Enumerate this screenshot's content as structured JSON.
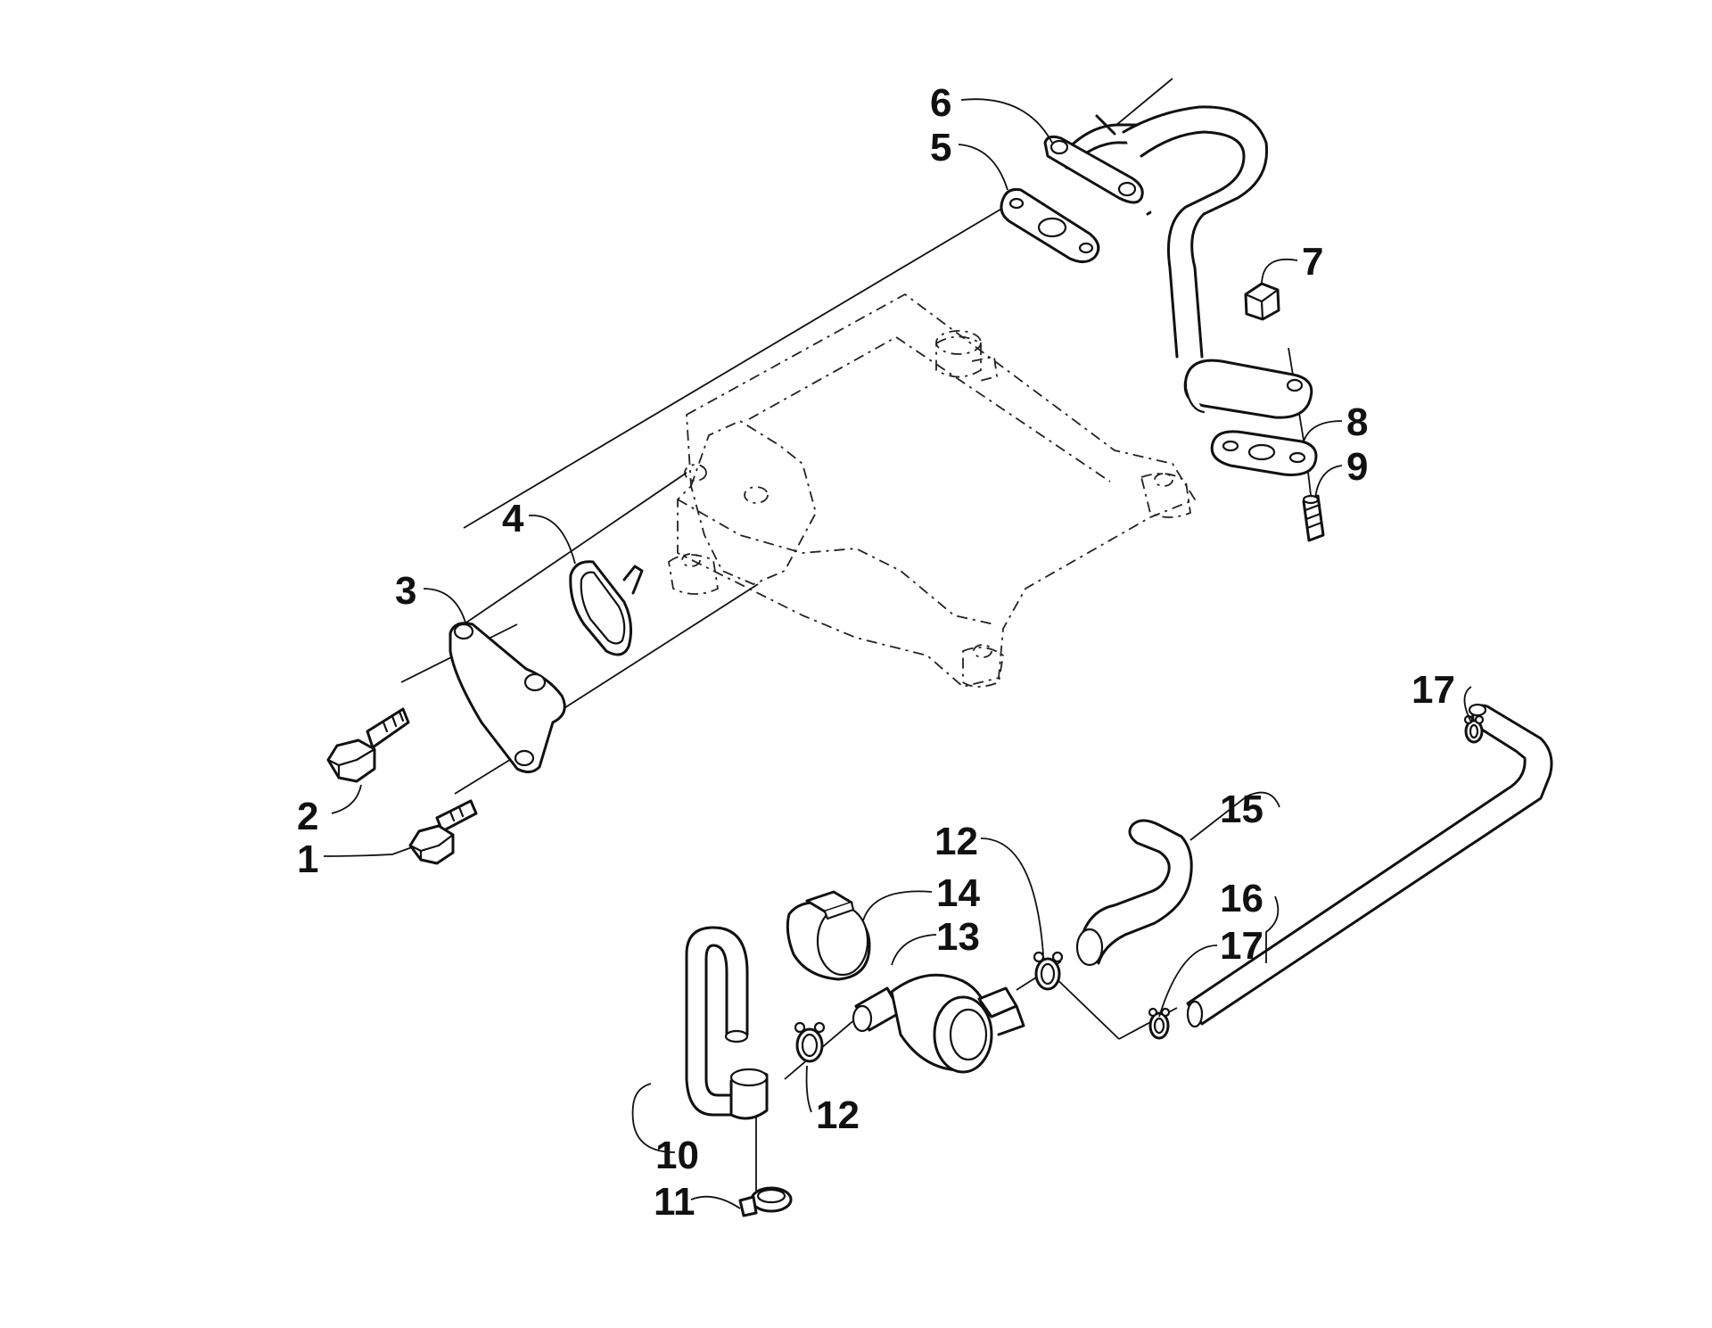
{
  "callouts": {
    "c1": "1",
    "c2": "2",
    "c3": "3",
    "c4": "4",
    "c5": "5",
    "c6": "6",
    "c7": "7",
    "c8": "8",
    "c9": "9",
    "c10": "10",
    "c11": "11",
    "c12a": "12",
    "c12b": "12",
    "c13": "13",
    "c14": "14",
    "c15": "15",
    "c16": "16",
    "c17a": "17",
    "c17b": "17"
  },
  "colors": {
    "line": "#111111",
    "background": "#ffffff"
  }
}
